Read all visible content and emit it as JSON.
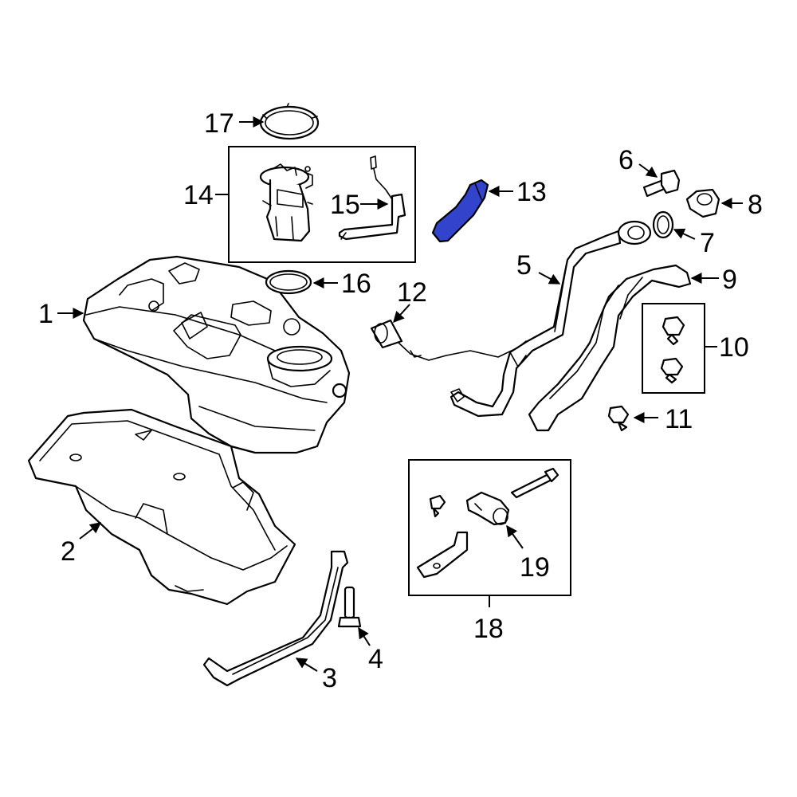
{
  "diagram": {
    "highlight_color": "#3344cc",
    "line_color": "#000000",
    "background": "#ffffff",
    "callouts": [
      "1",
      "2",
      "3",
      "4",
      "5",
      "6",
      "7",
      "8",
      "9",
      "10",
      "11",
      "12",
      "13",
      "14",
      "15",
      "16",
      "17",
      "18",
      "19"
    ],
    "highlighted_part": "13"
  }
}
